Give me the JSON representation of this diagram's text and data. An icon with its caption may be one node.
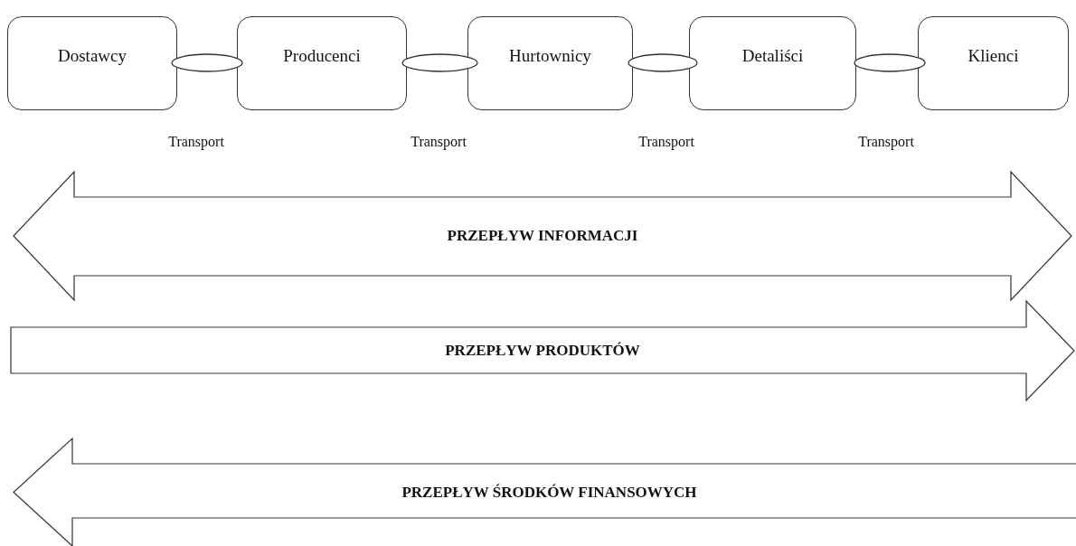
{
  "diagram": {
    "nodes": [
      {
        "text": [
          "Dostawcy"
        ]
      },
      {
        "text": [],
        "shape": "ellipse"
      },
      {
        "text": [
          "Producenci"
        ]
      },
      {
        "text": [],
        "shape": "ellipse"
      },
      {
        "text": [
          "Hurtownicy"
        ]
      },
      {
        "text": [],
        "shape": "ellipse"
      },
      {
        "text": [
          "Detaliści"
        ]
      },
      {
        "text": [],
        "shape": "ellipse"
      },
      {
        "text": [
          "Klienci"
        ]
      }
    ],
    "labels": [
      "Transport",
      "Transport",
      "Transport",
      "Transport",
      "PRZEPŁYW INFORMACJI",
      "PRZEPŁYW PRODUKTÓW",
      "PRZEPŁYW ŚRODKÓW FINANSOWYCH"
    ]
  }
}
